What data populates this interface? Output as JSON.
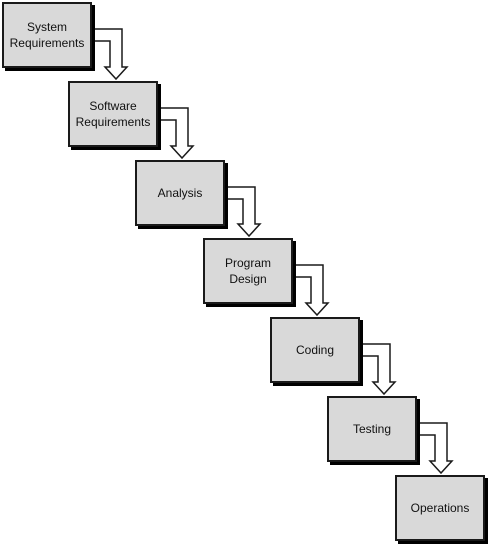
{
  "steps": [
    {
      "label": "System\nRequirements"
    },
    {
      "label": "Software\nRequirements"
    },
    {
      "label": "Analysis"
    },
    {
      "label": "Program\nDesign"
    },
    {
      "label": "Coding"
    },
    {
      "label": "Testing"
    },
    {
      "label": "Operations"
    }
  ],
  "colors": {
    "box_fill": "#d9d9d9",
    "box_border": "#1a1a1a",
    "arrow_stroke": "#1a1a1a",
    "arrow_fill": "#ffffff"
  }
}
